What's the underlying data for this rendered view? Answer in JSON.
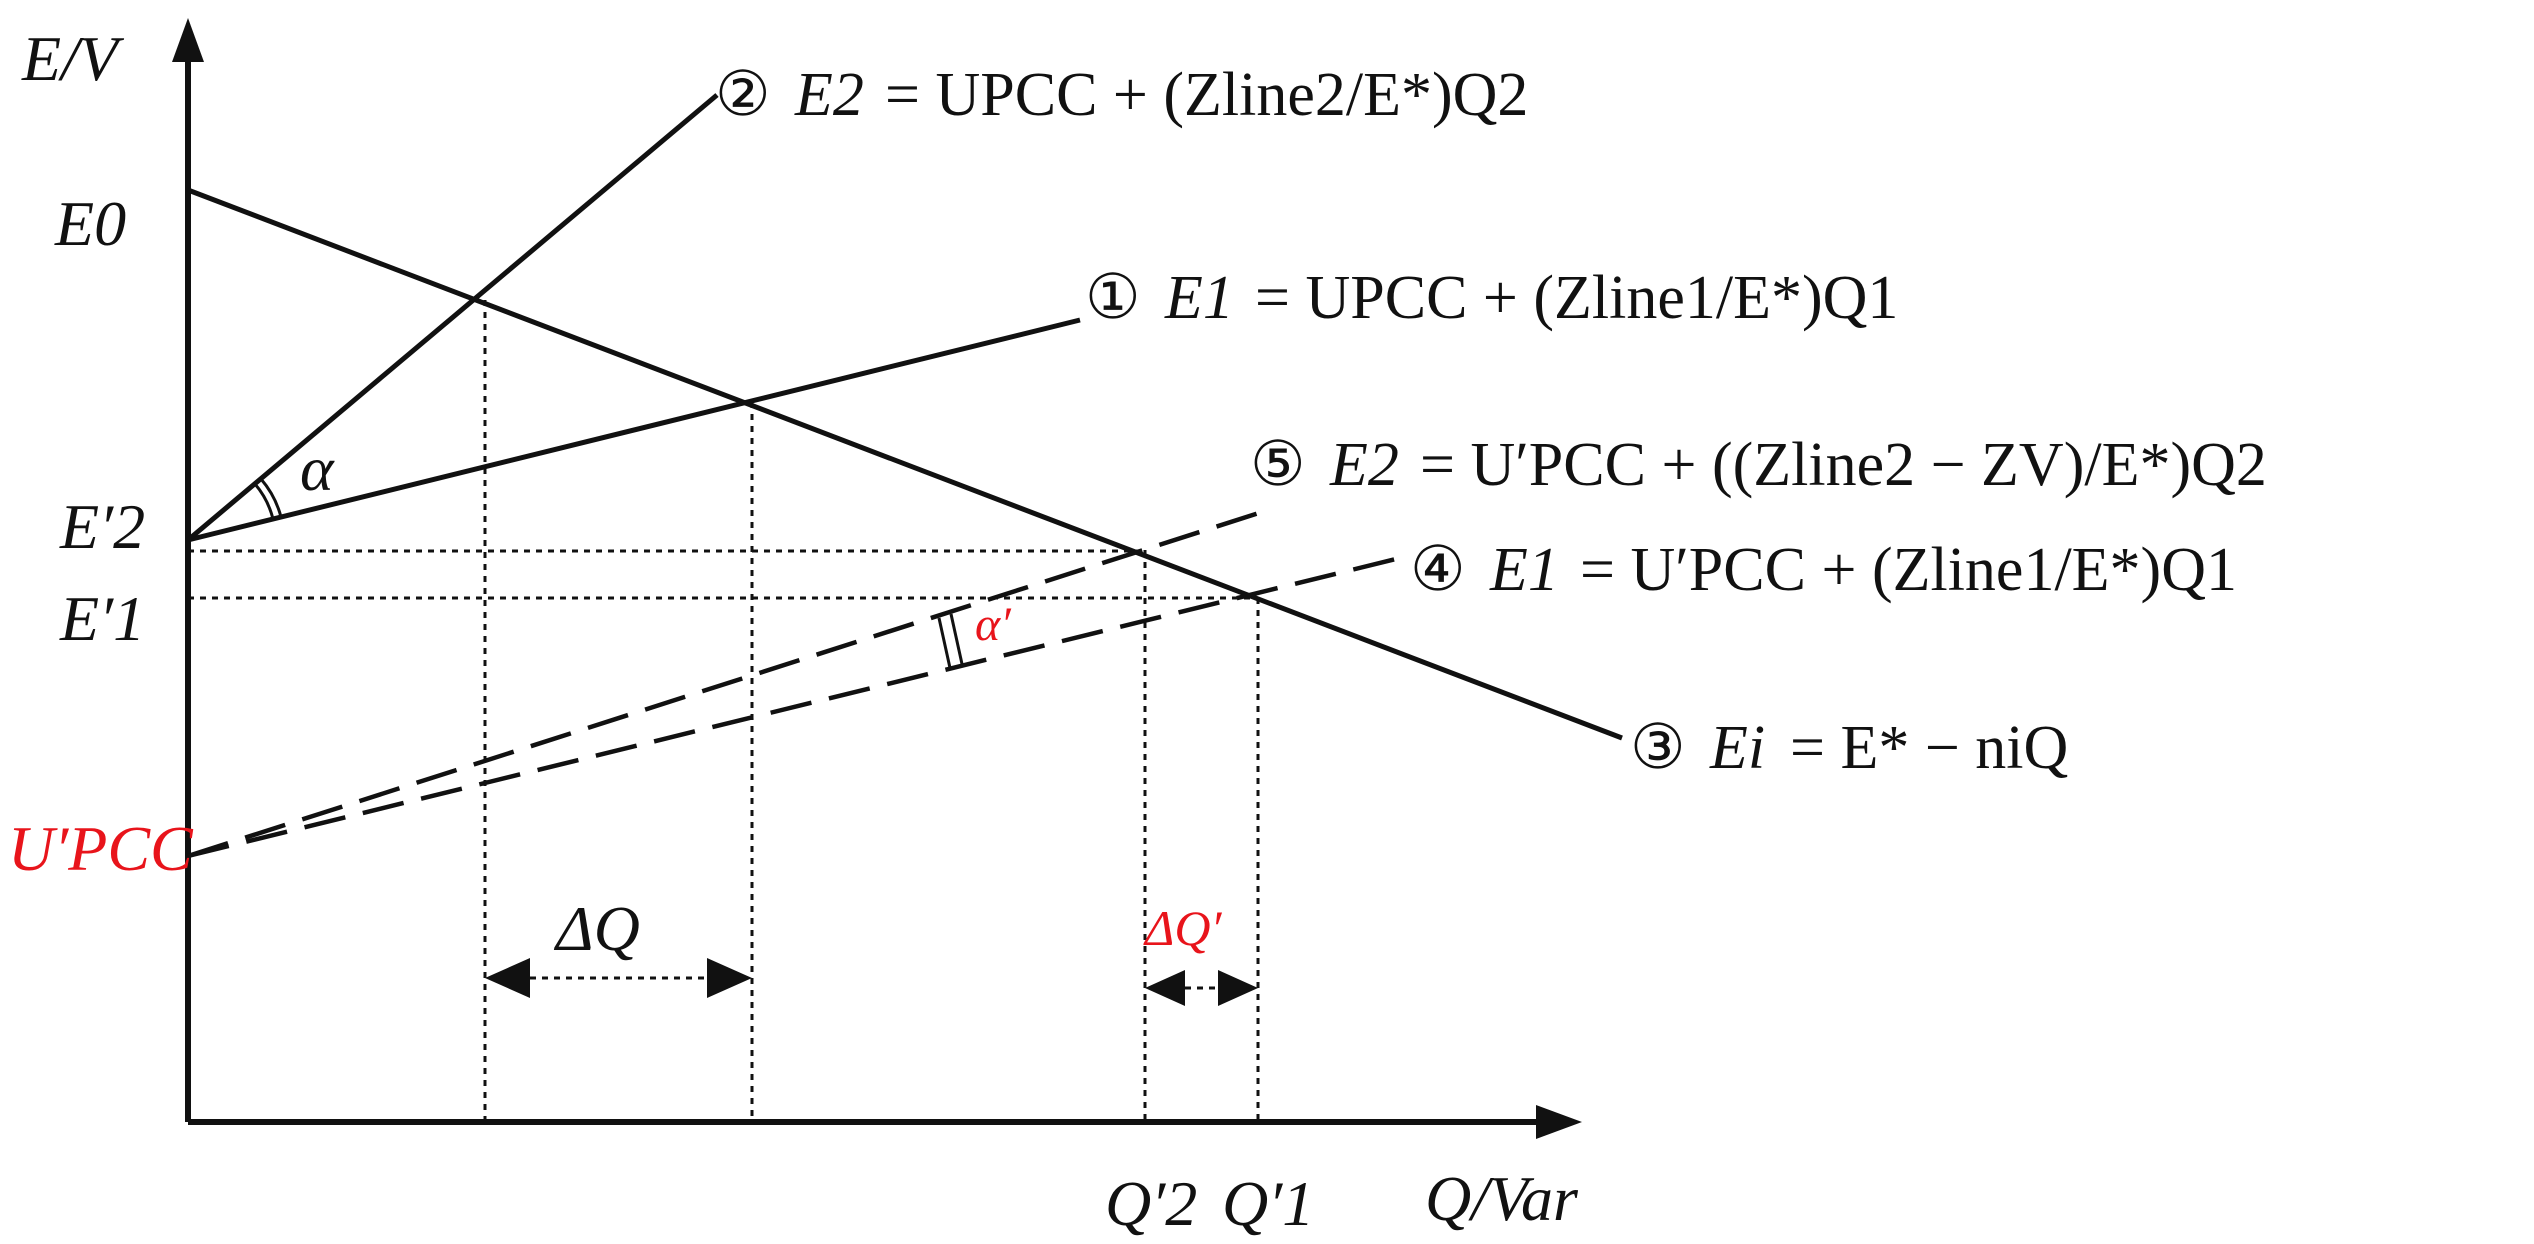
{
  "axes": {
    "y_label": "E/V",
    "x_label": "Q/Var"
  },
  "y_ticks": {
    "e0": "E0",
    "e2p": "E′2",
    "e1p": "E′1",
    "upcc": "U′PCC"
  },
  "x_ticks": {
    "q2p": "Q′2",
    "q1p": "Q′1"
  },
  "angles": {
    "alpha": "α",
    "alpha_prime": "α′"
  },
  "deltas": {
    "dq": "ΔQ",
    "dqp": "ΔQ′"
  },
  "equations": {
    "eq1": {
      "num": "①",
      "lhs": "E1",
      "rhs": "= UPCC + (Zline1/E*)Q1"
    },
    "eq2": {
      "num": "②",
      "lhs": "E2",
      "rhs": "= UPCC + (Zline2/E*)Q2"
    },
    "eq3": {
      "num": "③",
      "lhs": "Ei",
      "rhs": "= E* − niQ"
    },
    "eq4": {
      "num": "④",
      "lhs": "E1",
      "rhs": "= U′PCC + (Zline1/E*)Q1"
    },
    "eq5": {
      "num": "⑤",
      "lhs": "E2",
      "rhs": "= U′PCC + ((Zline2 − ZV)/E*)Q2"
    }
  },
  "colors": {
    "line": "#111111",
    "highlight": "#e8141b"
  }
}
